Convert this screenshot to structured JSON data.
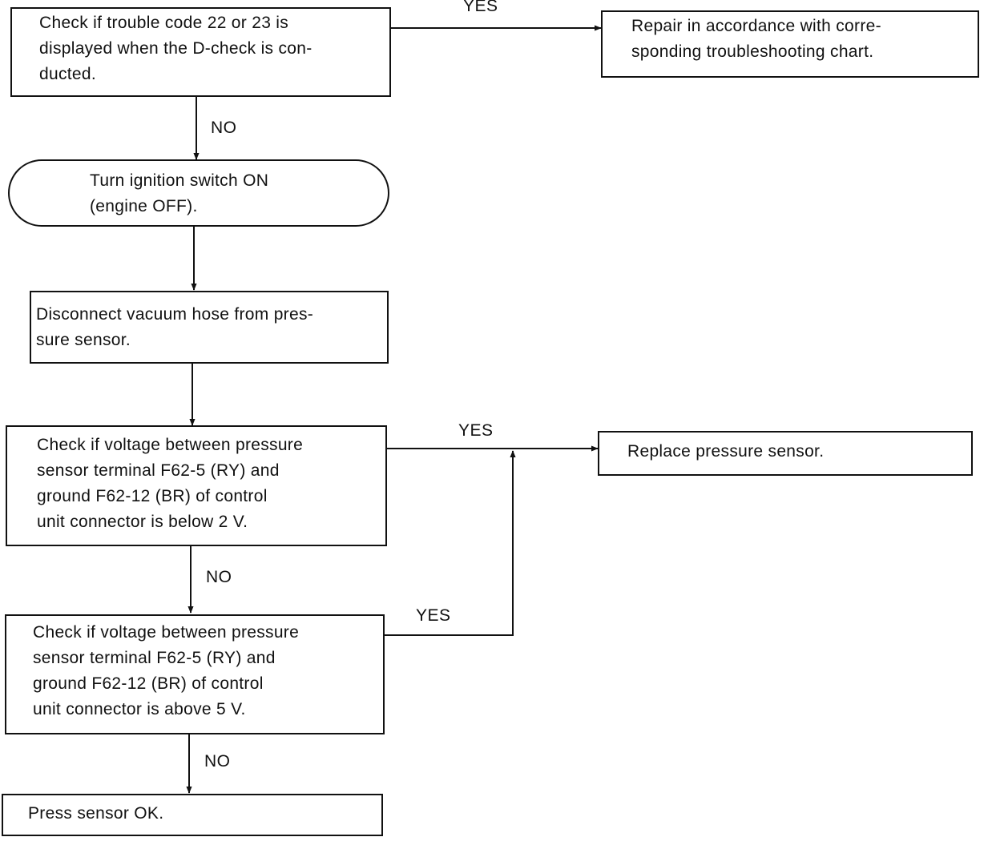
{
  "flowchart": {
    "step1": "Check if trouble code 22 or 23 is\ndisplayed when the D-check is con-\nducted.",
    "step1_yes_action": "Repair in accordance with corre-\nsponding troubleshooting chart.",
    "step2": "Turn ignition switch ON\n(engine OFF).",
    "step3": "Disconnect vacuum hose from pres-\nsure sensor.",
    "step4": "Check if voltage between pressure\nsensor terminal F62-5 (RY) and\nground F62-12 (BR) of control\nunit connector is below 2 V.",
    "replace_action": "Replace pressure sensor.",
    "step5": "Check if voltage between pressure\nsensor terminal F62-5 (RY) and\nground F62-12 (BR) of control\nunit connector is above 5 V.",
    "final": "Press sensor OK.",
    "labels": {
      "yes1": "YES",
      "no1": "NO",
      "yes2": "YES",
      "no2": "NO",
      "yes3": "YES",
      "no3": "NO"
    }
  }
}
